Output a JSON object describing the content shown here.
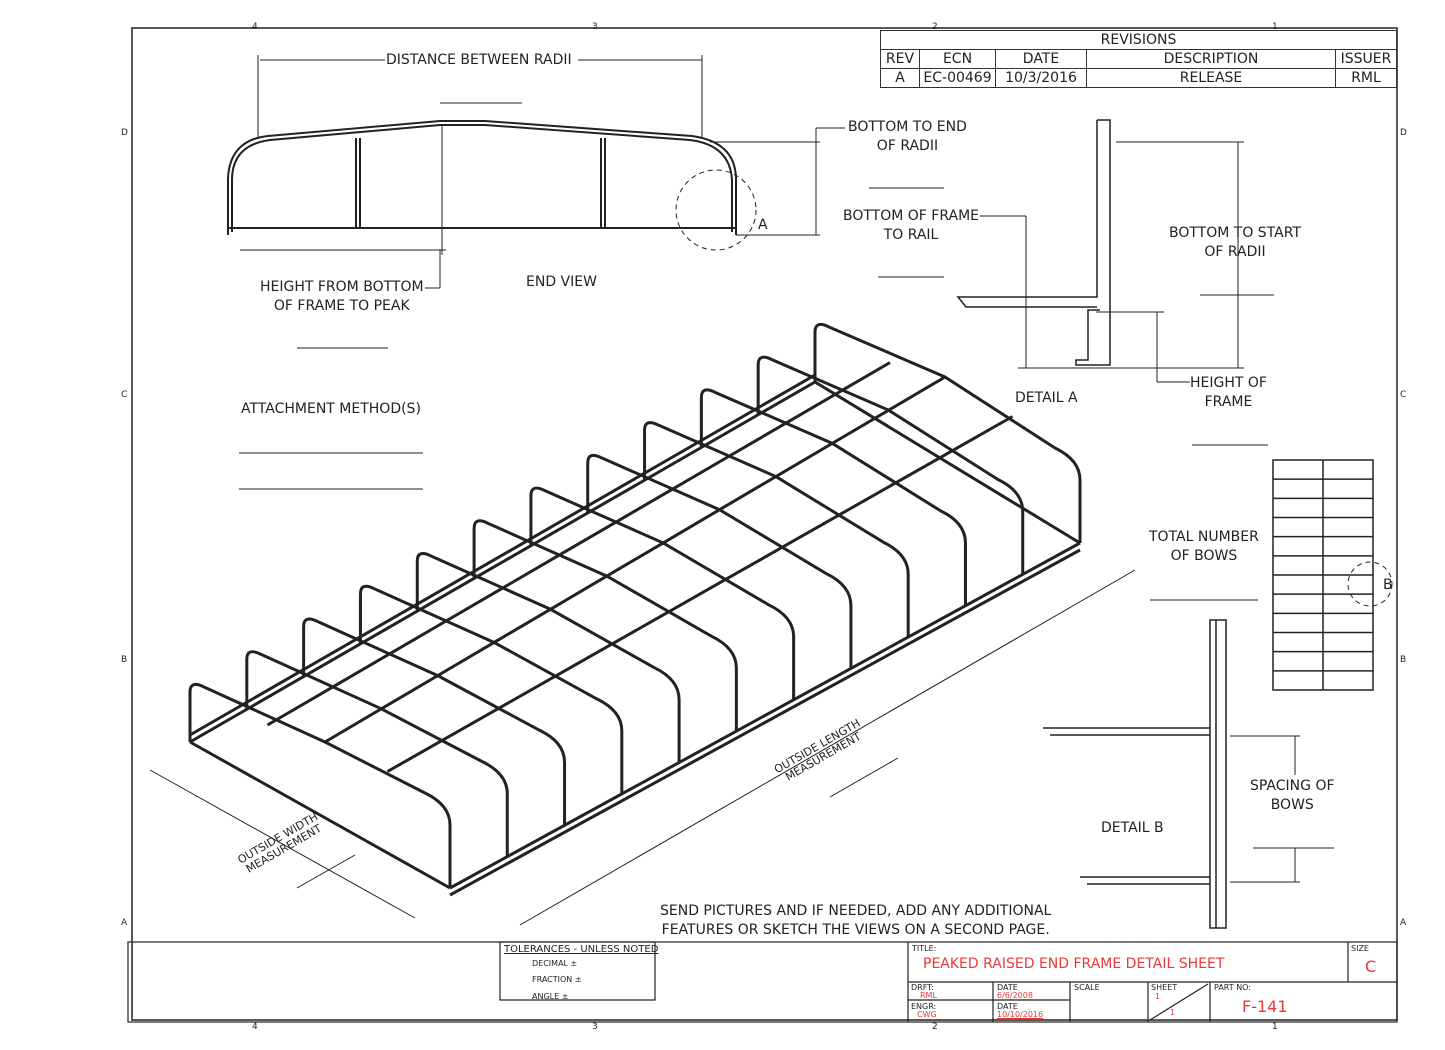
{
  "border": {
    "columns": [
      "4",
      "3",
      "2",
      "1"
    ],
    "rows": [
      "D",
      "C",
      "B",
      "A"
    ]
  },
  "revisions": {
    "title": "REVISIONS",
    "headers": [
      "REV",
      "ECN",
      "DATE",
      "DESCRIPTION",
      "ISSUER"
    ],
    "rows": [
      [
        "A",
        "EC-00469",
        "10/3/2016",
        "RELEASE",
        "RML"
      ]
    ]
  },
  "labels": {
    "distance_between_radii": "DISTANCE BETWEEN RADII",
    "bottom_to_end_radii": [
      "BOTTOM TO END",
      "OF RADII"
    ],
    "bottom_frame_to_rail": [
      "BOTTOM OF FRAME",
      "TO RAIL"
    ],
    "bottom_to_start_radii": [
      "BOTTOM TO START",
      "OF RADII"
    ],
    "height_bottom_to_peak": [
      "HEIGHT FROM BOTTOM",
      "OF FRAME TO PEAK"
    ],
    "end_view": "END VIEW",
    "detail_a": "DETAIL  A",
    "height_of_frame": [
      "HEIGHT OF",
      "FRAME"
    ],
    "attachment_methods": "ATTACHMENT METHOD(S)",
    "total_bows": [
      "TOTAL NUMBER",
      "OF BOWS"
    ],
    "spacing_bows": [
      "SPACING OF",
      "BOWS"
    ],
    "detail_b": "DETAIL  B",
    "outside_length": [
      "OUTSIDE LENGTH",
      "MEASUREMENT"
    ],
    "outside_width": [
      "OUTSIDE WIDTH",
      "MEASUREMENT"
    ],
    "callout_a": "A",
    "callout_b": "B",
    "note": [
      "SEND PICTURES AND IF NEEDED, ADD ANY ADDITIONAL",
      "FEATURES OR SKETCH THE VIEWS ON A SECOND PAGE."
    ]
  },
  "title_block": {
    "tolerances": "TOLERANCES - UNLESS NOTED",
    "decimal": "DECIMAL ±",
    "fraction": "FRACTION ±",
    "angle": "ANGLE ±",
    "title_label": "TITLE:",
    "title": "PEAKED RAISED END FRAME DETAIL SHEET",
    "size_label": "SIZE",
    "size": "C",
    "drft_label": "DRFT:",
    "drft": "RML",
    "date_label": "DATE",
    "drft_date": "6/6/2008",
    "engr_label": "ENGR:",
    "engr": "CWG",
    "engr_date": "10/10/2016",
    "scale_label": "SCALE",
    "sheet_label": "SHEET",
    "sheet": "1",
    "sheet_of": "1",
    "part_label": "PART NO:",
    "part_no": "F-141"
  },
  "colors": {
    "ink": "#222222",
    "red": "#e8383a"
  }
}
